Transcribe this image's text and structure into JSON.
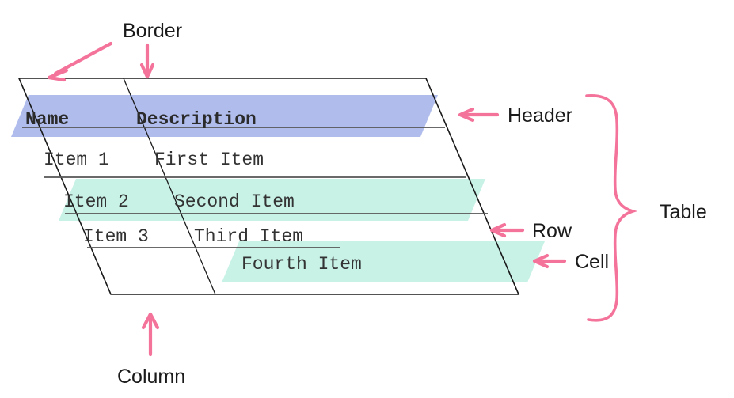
{
  "diagram": {
    "title": "HTML table anatomy diagram",
    "type": "annotated-diagram"
  },
  "colors": {
    "annotation_pink": "#F4739B",
    "header_highlight": "#AFBCEC",
    "row_highlight": "#C9F2E7",
    "cell_highlight": "#C9F2E7",
    "border_line": "#1a1a1a",
    "separator_line": "#555555",
    "text": "#333333",
    "label_text": "#1a1a1a",
    "background": "#ffffff"
  },
  "table": {
    "columns": [
      {
        "key": "name",
        "header": "Name"
      },
      {
        "key": "description",
        "header": "Description"
      }
    ],
    "header_row": {
      "cells": [
        "Name",
        "Description"
      ],
      "highlighted": true,
      "highlight_color": "#AFBCEC"
    },
    "rows": [
      {
        "cells": [
          "Item 1",
          "First Item"
        ],
        "highlighted": false
      },
      {
        "cells": [
          "Item 2",
          "Second Item"
        ],
        "highlighted": true,
        "highlight_color": "#C9F2E7"
      },
      {
        "cells": [
          "Item 3",
          "Third Item"
        ],
        "highlighted": false
      }
    ],
    "highlighted_cell": {
      "value": "Fourth Item",
      "highlight_color": "#C9F2E7"
    }
  },
  "annotations": [
    {
      "id": "border",
      "label": "Border",
      "arrows": 2,
      "position": "top"
    },
    {
      "id": "header",
      "label": "Header",
      "arrows": 1,
      "position": "right"
    },
    {
      "id": "table",
      "label": "Table",
      "arrows": 0,
      "position": "right",
      "marker": "curly-brace"
    },
    {
      "id": "row",
      "label": "Row",
      "arrows": 1,
      "position": "right"
    },
    {
      "id": "cell",
      "label": "Cell",
      "arrows": 1,
      "position": "right"
    },
    {
      "id": "column",
      "label": "Column",
      "arrows": 1,
      "position": "bottom"
    }
  ]
}
